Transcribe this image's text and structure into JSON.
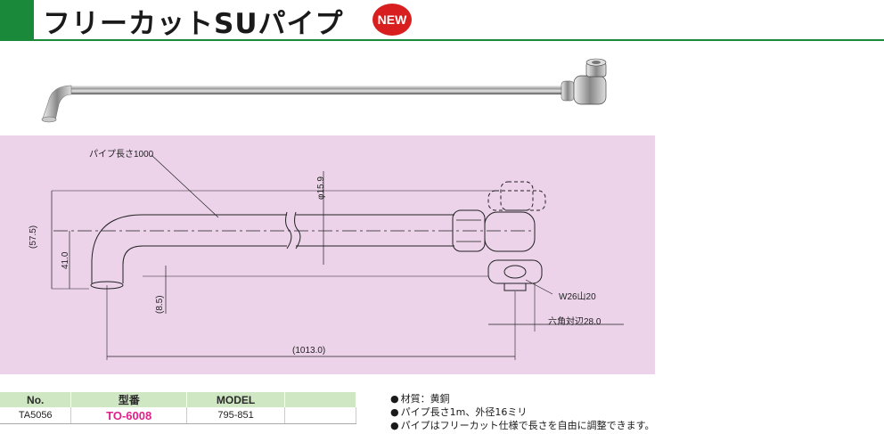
{
  "header": {
    "title": "フリーカットSUパイプ",
    "badge": "NEW",
    "accent_color": "#1a8a3a",
    "badge_color": "#d81e1e"
  },
  "drawing": {
    "background_color": "#ecd3ea",
    "labels": {
      "pipe_length": "パイプ長さ1000",
      "diameter": "φ15.9",
      "height_outer": "(57.5)",
      "height_inner": "41.0",
      "drop": "(8.5)",
      "thread": "W26山20",
      "hex": "六角対辺28.0",
      "total_length": "(1013.0)"
    }
  },
  "table": {
    "headers": [
      "No.",
      "型番",
      "MODEL"
    ],
    "row": {
      "no": "TA5056",
      "model": "TO-6008",
      "code": "795-851"
    },
    "model_color": "#e0208a",
    "header_color": "#cfe7c3"
  },
  "notes": [
    "材質：黄銅",
    "パイプ長さ1m、外径16ミリ",
    "パイプはフリーカット仕様で長さを自由に調整できます。"
  ]
}
